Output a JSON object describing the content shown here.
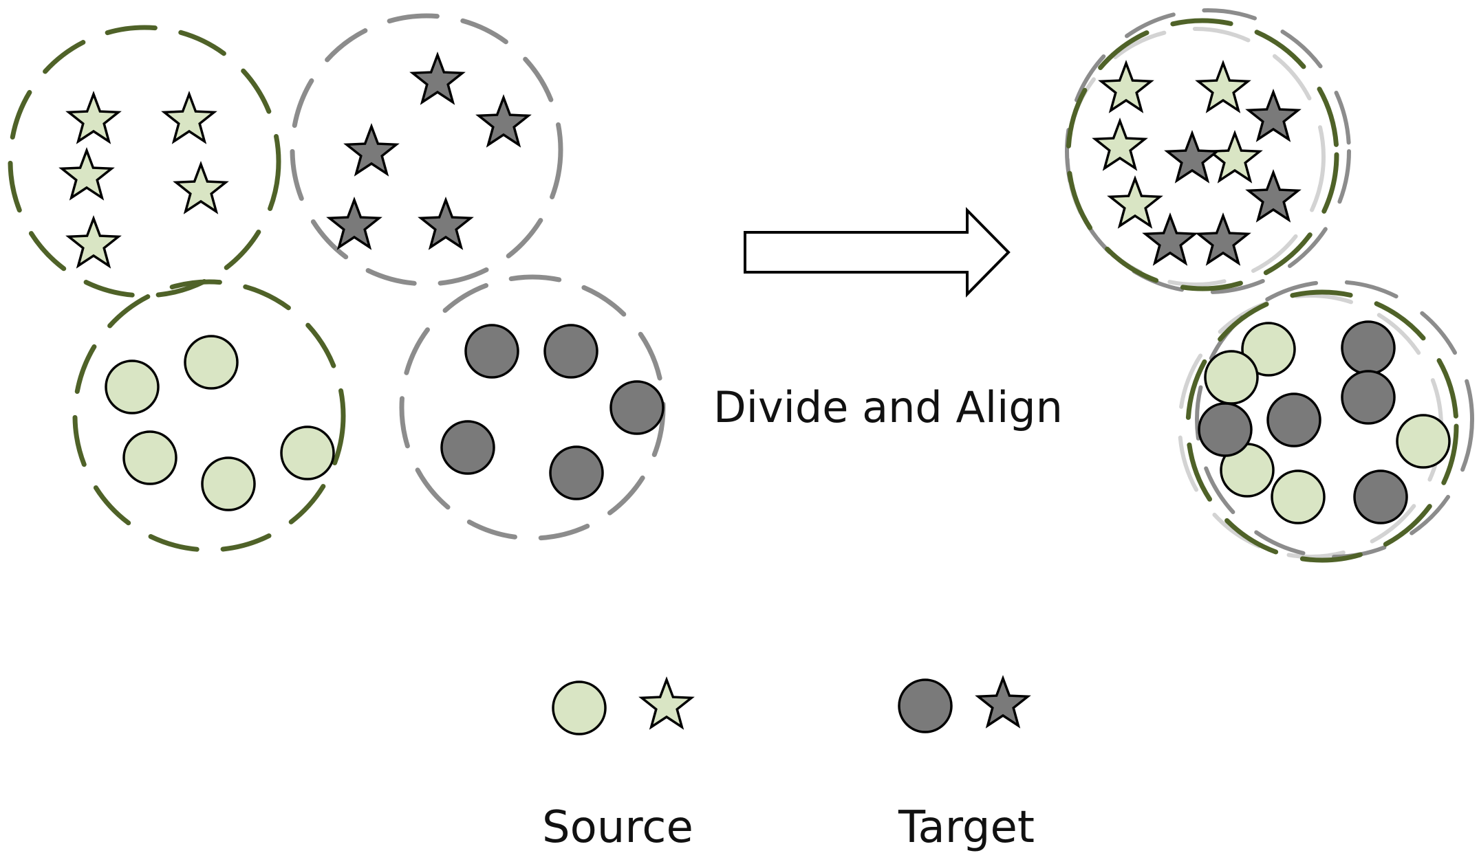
{
  "diagram": {
    "arrow_label": "Divide and Align",
    "legend": {
      "source": "Source",
      "target": "Target"
    }
  },
  "colors": {
    "source_fill": "#d9e5c4",
    "target_fill": "#7a7a7a",
    "source_cluster_outline": "#4f6228",
    "target_cluster_outline": "#8c8c8c",
    "light_cluster_outline": "#d3d3d3",
    "marker_stroke": "#000000"
  },
  "icons": {
    "source_circle": "source-circle-icon",
    "source_star": "source-star-icon",
    "target_circle": "target-circle-icon",
    "target_star": "target-star-icon",
    "arrow": "right-arrow-icon"
  }
}
